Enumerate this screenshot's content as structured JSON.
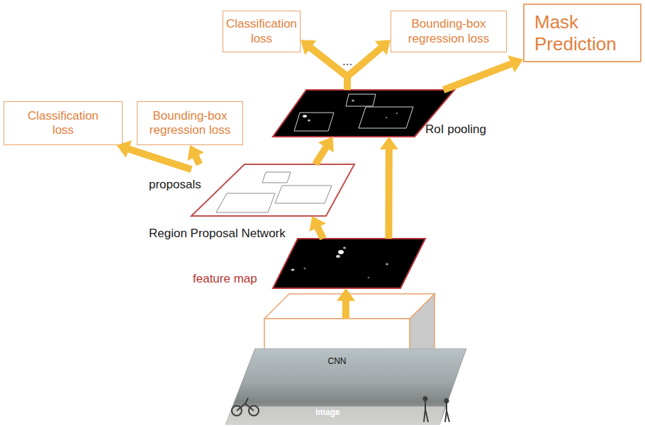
{
  "diagram": {
    "nodes": [
      {
        "text": [
          "Classification loss"
        ]
      },
      {
        "text": [
          "Bounding-box regression loss"
        ]
      },
      {
        "text": [
          "Mask Prediction"
        ]
      },
      {
        "text": [
          "Classification loss"
        ]
      },
      {
        "text": [
          "Bounding-box regression loss"
        ]
      },
      {
        "text": [
          "RoI pooling"
        ]
      },
      {
        "text": [
          "proposals",
          "Region Proposal Network"
        ]
      },
      {
        "text": [
          "feature map"
        ]
      },
      {
        "text": [
          "CNN"
        ]
      },
      {
        "text": [
          "image"
        ]
      }
    ],
    "edges": [
      {
        "from": 5,
        "to": 0,
        "arrow": "to"
      },
      {
        "from": 5,
        "to": 1,
        "arrow": "to"
      },
      {
        "from": 5,
        "to": 2,
        "arrow": "to"
      },
      {
        "from": 6,
        "to": 5,
        "arrow": "to"
      },
      {
        "from": 7,
        "to": 5,
        "arrow": "to"
      },
      {
        "from": 7,
        "to": 6,
        "arrow": "to"
      },
      {
        "from": 8,
        "to": 7,
        "arrow": "to"
      },
      {
        "from": 6,
        "to": 3,
        "arrow": "to"
      },
      {
        "from": 6,
        "to": 4,
        "arrow": "to"
      }
    ],
    "labels": [
      "..."
    ]
  }
}
